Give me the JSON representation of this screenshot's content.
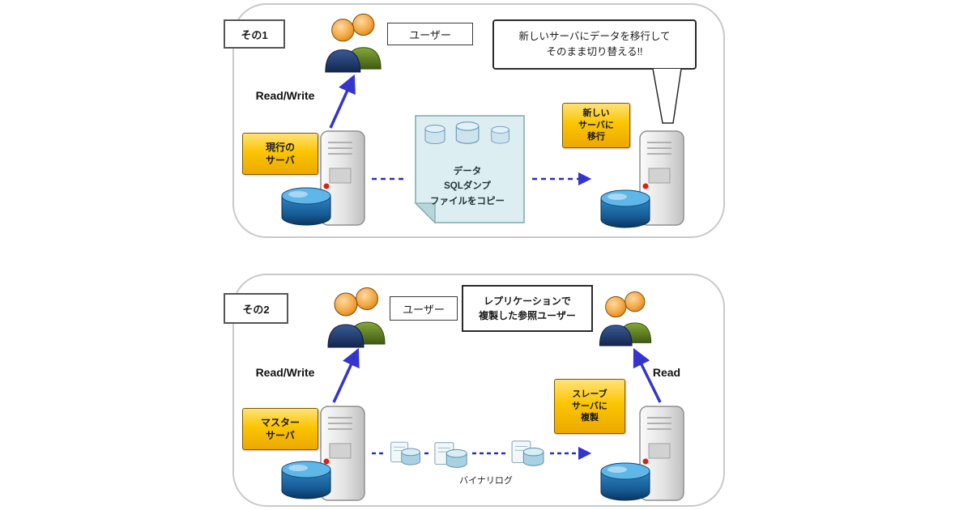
{
  "panel1": {
    "step_label": "その1",
    "users_label": "ユーザー",
    "callout": {
      "line1": "新しいサーバにデータを移行して",
      "line2": "そのまま切り替える!!"
    },
    "read_write_label": "Read/Write",
    "source_server_box": {
      "line1": "現行の",
      "line2": "サーバ"
    },
    "dump_doc": {
      "line1": "データ",
      "line2": "SQLダンプ",
      "line3": "ファイルをコピー"
    },
    "target_server_box": {
      "line1": "新しい",
      "line2": "サーバに",
      "line3": "移行"
    }
  },
  "panel2": {
    "step_label": "その2",
    "users_label": "ユーザー",
    "replica_users_box": {
      "line1": "レプリケーションで",
      "line2": "複製した参照ユーザー"
    },
    "read_write_label": "Read/Write",
    "read_label": "Read",
    "master_server_box": {
      "line1": "マスター",
      "line2": "サーバ"
    },
    "slave_server_box": {
      "line1": "スレーブ",
      "line2": "サーバに",
      "line3": "複製"
    },
    "binlog_label": "バイナリログ"
  },
  "colors": {
    "arrow_blue": "#3434cf",
    "accent_yellow": "#fbc500",
    "db_blue": "#1c6fae",
    "doc_cyan": "#dceef1"
  }
}
